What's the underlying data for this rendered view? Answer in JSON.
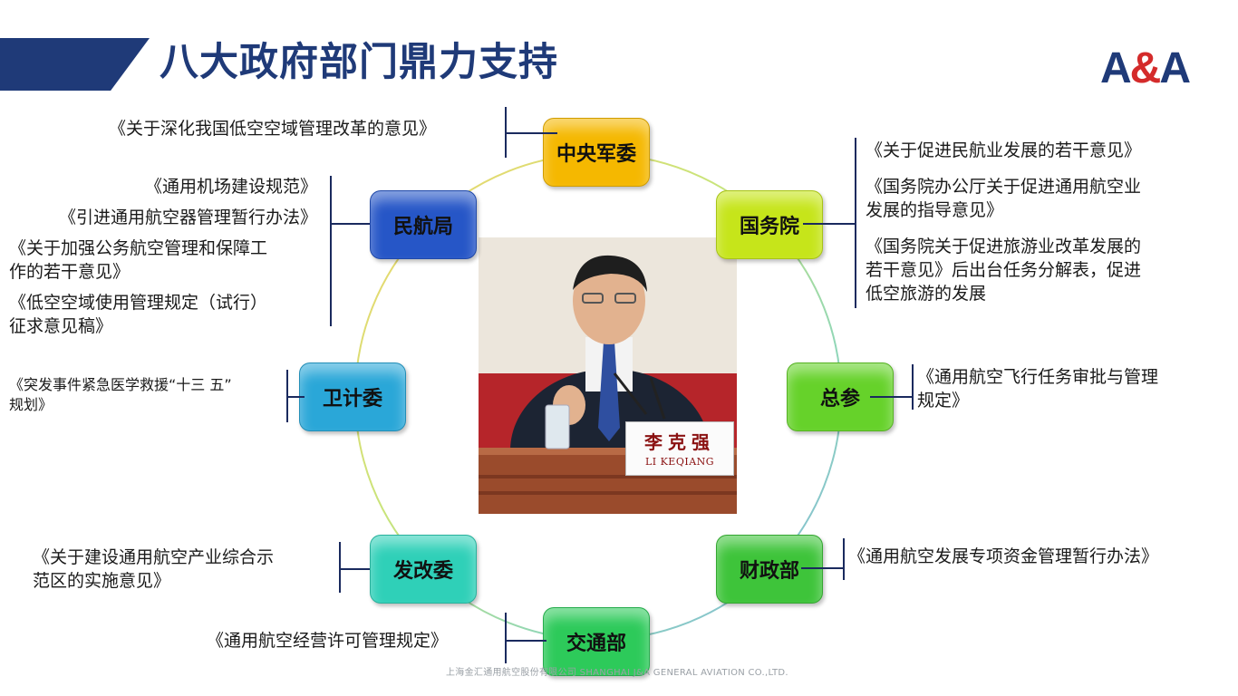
{
  "title": "八大政府部门鼎力支持",
  "logo": {
    "left": "A",
    "amp": "&",
    "right": "A",
    "colors": {
      "letters": "#1f3a78",
      "amp": "#d42b2b"
    }
  },
  "photo": {
    "nameplate_cn": "李克强",
    "nameplate_en": "LI KEQIANG"
  },
  "departments": [
    {
      "key": "military",
      "label": "中央军委",
      "color": "#f5b800"
    },
    {
      "key": "state_council",
      "label": "国务院",
      "color": "#c6e51a"
    },
    {
      "key": "general_staff",
      "label": "总参",
      "color": "#66d22a"
    },
    {
      "key": "finance",
      "label": "财政部",
      "color": "#3ec43a"
    },
    {
      "key": "transport",
      "label": "交通部",
      "color": "#2dca5a"
    },
    {
      "key": "ndrc",
      "label": "发改委",
      "color": "#2fd0b8"
    },
    {
      "key": "health",
      "label": "卫计委",
      "color": "#2aa7d8"
    },
    {
      "key": "caac",
      "label": "民航局",
      "color": "#2656c7"
    }
  ],
  "documents": {
    "military": [
      "《关于深化我国低空空域管理改革的意见》"
    ],
    "caac": [
      "《通用机场建设规范》",
      "《引进通用航空器管理暂行办法》",
      "《关于加强公务航空管理和保障工",
      "作的若干意见》",
      "《低空空域使用管理规定（试行）",
      "征求意见稿》"
    ],
    "health": [
      "《突发事件紧急医学救援“十三 五”",
      "规划》"
    ],
    "ndrc": [
      "《关于建设通用航空产业综合示",
      "范区的实施意见》"
    ],
    "transport": [
      "《通用航空经营许可管理规定》"
    ],
    "state_council": [
      "《关于促进民航业发展的若干意见》",
      "《国务院办公厅关于促进通用航空业",
      "发展的指导意见》",
      "《国务院关于促进旅游业改革发展的",
      "若干意见》后出台任务分解表，促进",
      "低空旅游的发展"
    ],
    "general_staff": [
      "《通用航空飞行任务审批与管理",
      "规定》"
    ],
    "finance": [
      "《通用航空发展专项资金管理暂行办法》"
    ]
  },
  "footer": "上海金汇通用航空股份有限公司 SHANGHAI J&A GENERAL AVIATION CO.,LTD.",
  "colors": {
    "brand_navy": "#1f3a78",
    "bracket": "#1a2a5e"
  }
}
